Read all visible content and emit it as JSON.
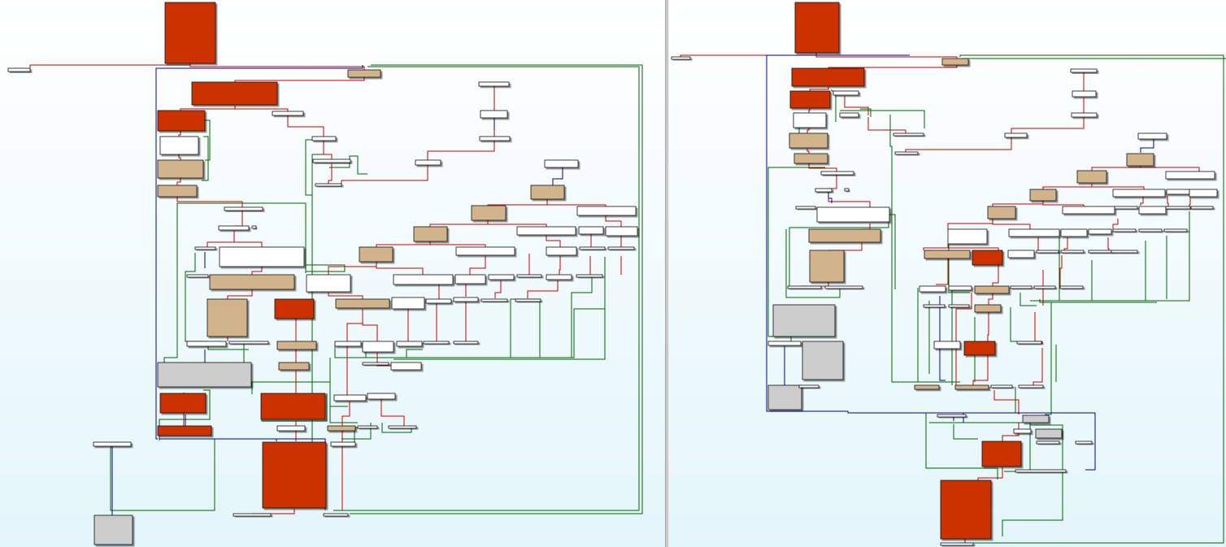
{
  "window": {
    "left_pane_label": "",
    "right_pane_label": ""
  },
  "colors": {
    "background_top": "#ffffff",
    "background_bottom": "#e3f6fb",
    "node_red": "#cc3300",
    "node_tan": "#d2b48c",
    "node_white": "#ffffff",
    "node_gray": "#cccccc",
    "edge_red": "#cc0000",
    "edge_green": "#006400",
    "edge_blue": "#000099",
    "splitter": "#c9c9c9"
  },
  "graphs": [
    {
      "name": "left-graph",
      "node_kinds": {
        "red": 12,
        "tan": 14,
        "white": 70,
        "gray": 3
      },
      "edge_kinds": [
        "red",
        "green",
        "blue"
      ]
    },
    {
      "name": "right-graph",
      "node_kinds": {
        "red": 6,
        "tan": 18,
        "white": 70,
        "gray": 5
      },
      "edge_kinds": [
        "red",
        "green",
        "blue"
      ]
    }
  ]
}
